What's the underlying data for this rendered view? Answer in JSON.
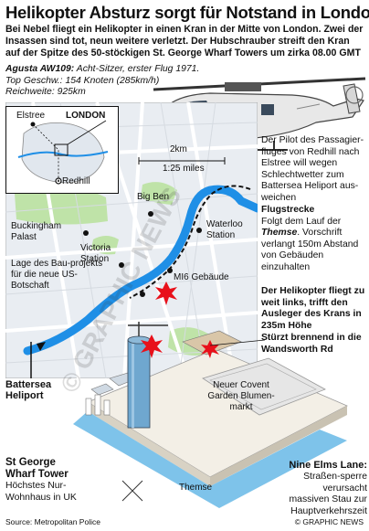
{
  "header": {
    "title": "Helikopter Absturz sorgt für Notstand in London",
    "intro": "Bei Nebel fliegt ein Helikopter in einen Kran in der Mitte von London. Zwei der Insassen sind tot, neun weitere verletzt. Der Hubschrauber streift den Kran auf der Spitze des 50-stöckigen St. George Wharf Towers um zirka 08.00 GMT"
  },
  "specs": {
    "model": "Agusta AW109:",
    "model_desc": "Acht-Sitzer, erster Flug 1971.",
    "speed": "Top Geschw.: 154 Knoten (285km/h)",
    "range": "Reichweite: 925km"
  },
  "inset": {
    "city": "LONDON",
    "elstree": "Elstree",
    "redhill": "Redhill"
  },
  "scale": {
    "km": "2km",
    "miles": "1:25 miles"
  },
  "map_labels": {
    "big_ben": "Big Ben",
    "buckingham": "Buckingham Palast",
    "victoria": "Victoria Station",
    "waterloo": "Waterloo Station",
    "embassy": "Lage des Bau-projekts für die neue US-Botschaft",
    "mi6": "MI6 Gebäude",
    "battersea": "Battersea Heliport"
  },
  "notes": {
    "pilot": "Der Pilot des Passagier-fluges von Redhill nach Elstree will wegen Schlechtwetter zum Battersea Heliport aus-weichen",
    "route_title": "Flugstrecke",
    "route_text_1": "Folgt dem Lauf der",
    "route_thames": "Themse",
    "route_text_2": ". Vorschrift verlangt 150m Abstand von Gebäuden einzuhalten",
    "crane": "Der Helikopter fliegt zu weit links, trifft den Ausleger des Krans in 235m Höhe",
    "crash": "Stürzt brennend in die Wandsworth Rd"
  },
  "scene": {
    "covent": "Neuer Covent Garden Blumen-markt",
    "thames": "Themse",
    "tower_name": "St George Wharf Tower",
    "tower_desc": "Höchstes Nur-Wohnhaus in UK",
    "nine_elms_title": "Nine Elms Lane:",
    "nine_elms_text": "Straßen-sperre verursacht massiven Stau zur Hauptverkehrszeit"
  },
  "footer": {
    "source": "Source: Metropolitan Police",
    "credit": "© GRAPHIC NEWS"
  },
  "watermark": "© GRAPHIC NEWS",
  "colors": {
    "river": "#1f8fe6",
    "map_bg": "#e9edf2",
    "park": "#bfe3a8",
    "road": "#ffffff",
    "crash": "#e8101a",
    "ground": "#f3efe6",
    "water": "#7ec3ea"
  }
}
